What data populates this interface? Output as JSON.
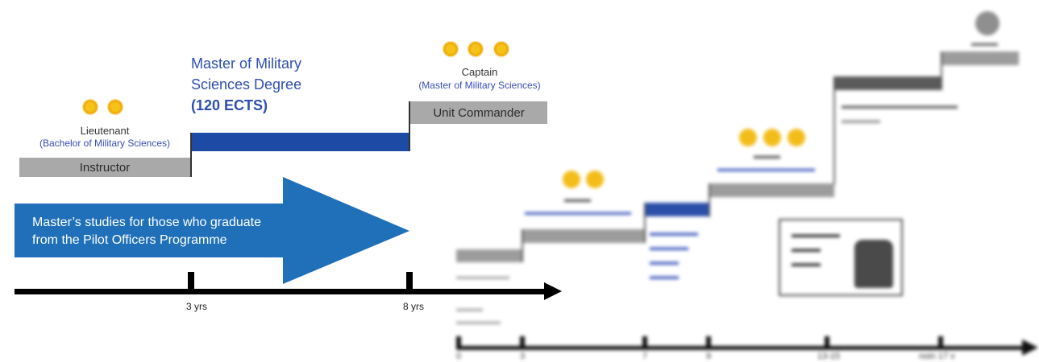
{
  "left_diagram": {
    "lieutenant": {
      "title": "Lieutenant",
      "subtitle": "(Bachelor of Military Sciences)",
      "bar_label": "Instructor",
      "stars": 2
    },
    "degree": {
      "line1": "Master of Military",
      "line2": "Sciences Degree",
      "ects": "(120 ECTS)"
    },
    "captain": {
      "title": "Captain",
      "subtitle": "(Master of Military Sciences)",
      "bar_label": "Unit Commander",
      "stars": 3
    },
    "arrow": {
      "line1": "Master’s studies for those who graduate",
      "line2": "from the Pilot Officers Programme"
    },
    "timeline": {
      "tick1_label": "3 yrs",
      "tick2_label": "8 yrs"
    }
  },
  "right_diagram_blurred": {
    "stars_lieutenant": 2,
    "stars_captain": 3,
    "ticks": [
      "0",
      "3",
      "7",
      "9",
      "13-15",
      "noin 17 v"
    ]
  },
  "colors": {
    "degree_blue": "#2f4fb0",
    "bar_blue": "#1d4aa5",
    "arrow_blue": "#1f6fb9",
    "bar_gray": "#a9a9a9",
    "star_yellow": "#f6c21a"
  }
}
